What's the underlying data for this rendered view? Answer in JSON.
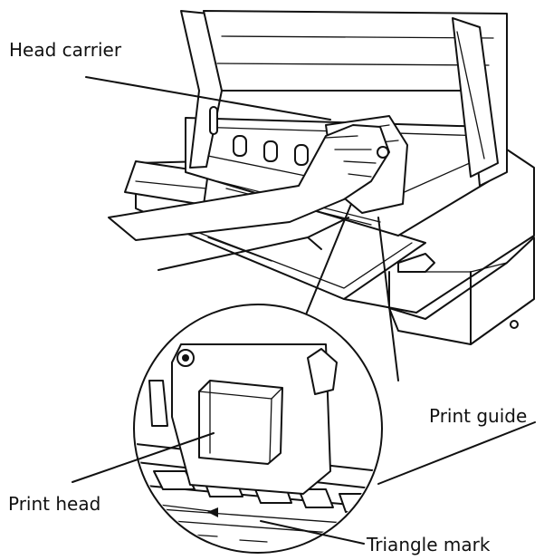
{
  "labels": {
    "head_carrier": "Head carrier",
    "print_guide": "Print guide",
    "print_head": "Print head",
    "triangle_mark": "Triangle mark"
  },
  "colors": {
    "ink": "#111111",
    "background": "#ffffff"
  }
}
